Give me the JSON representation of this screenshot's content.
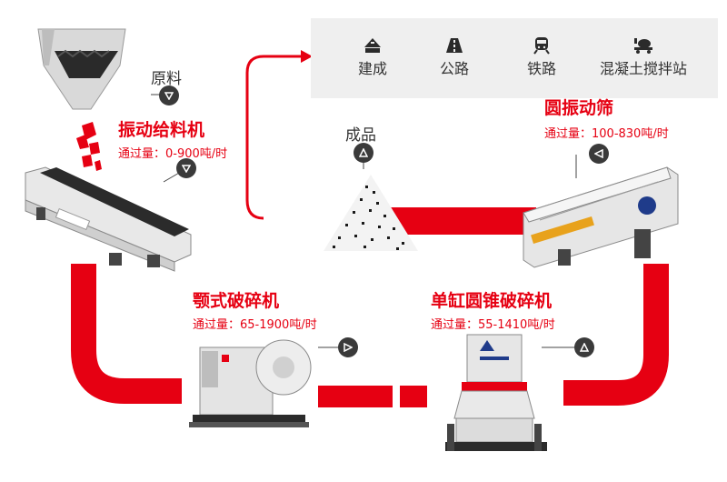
{
  "colors": {
    "flow": "#e60012",
    "text_red": "#e60012",
    "panel_bg": "#efefef",
    "badge": "#3a3a3a"
  },
  "destinations": [
    {
      "label": "建成",
      "icon": "building-icon"
    },
    {
      "label": "公路",
      "icon": "road-icon"
    },
    {
      "label": "铁路",
      "icon": "train-icon"
    },
    {
      "label": "混凝土搅拌站",
      "icon": "mixer-truck-icon"
    }
  ],
  "raw_material": {
    "label": "原料"
  },
  "product": {
    "label": "成品"
  },
  "machines": {
    "vibrating_feeder": {
      "name": "振动给料机",
      "throughput": "通过量：0-900吨/时"
    },
    "circular_screen": {
      "name": "圆振动筛",
      "throughput": "通过量：100-830吨/时"
    },
    "jaw_crusher": {
      "name": "颚式破碎机",
      "throughput": "通过量：65-1900吨/时"
    },
    "cone_crusher": {
      "name": "单缸圆锥破碎机",
      "throughput": "通过量：55-1410吨/时"
    }
  }
}
